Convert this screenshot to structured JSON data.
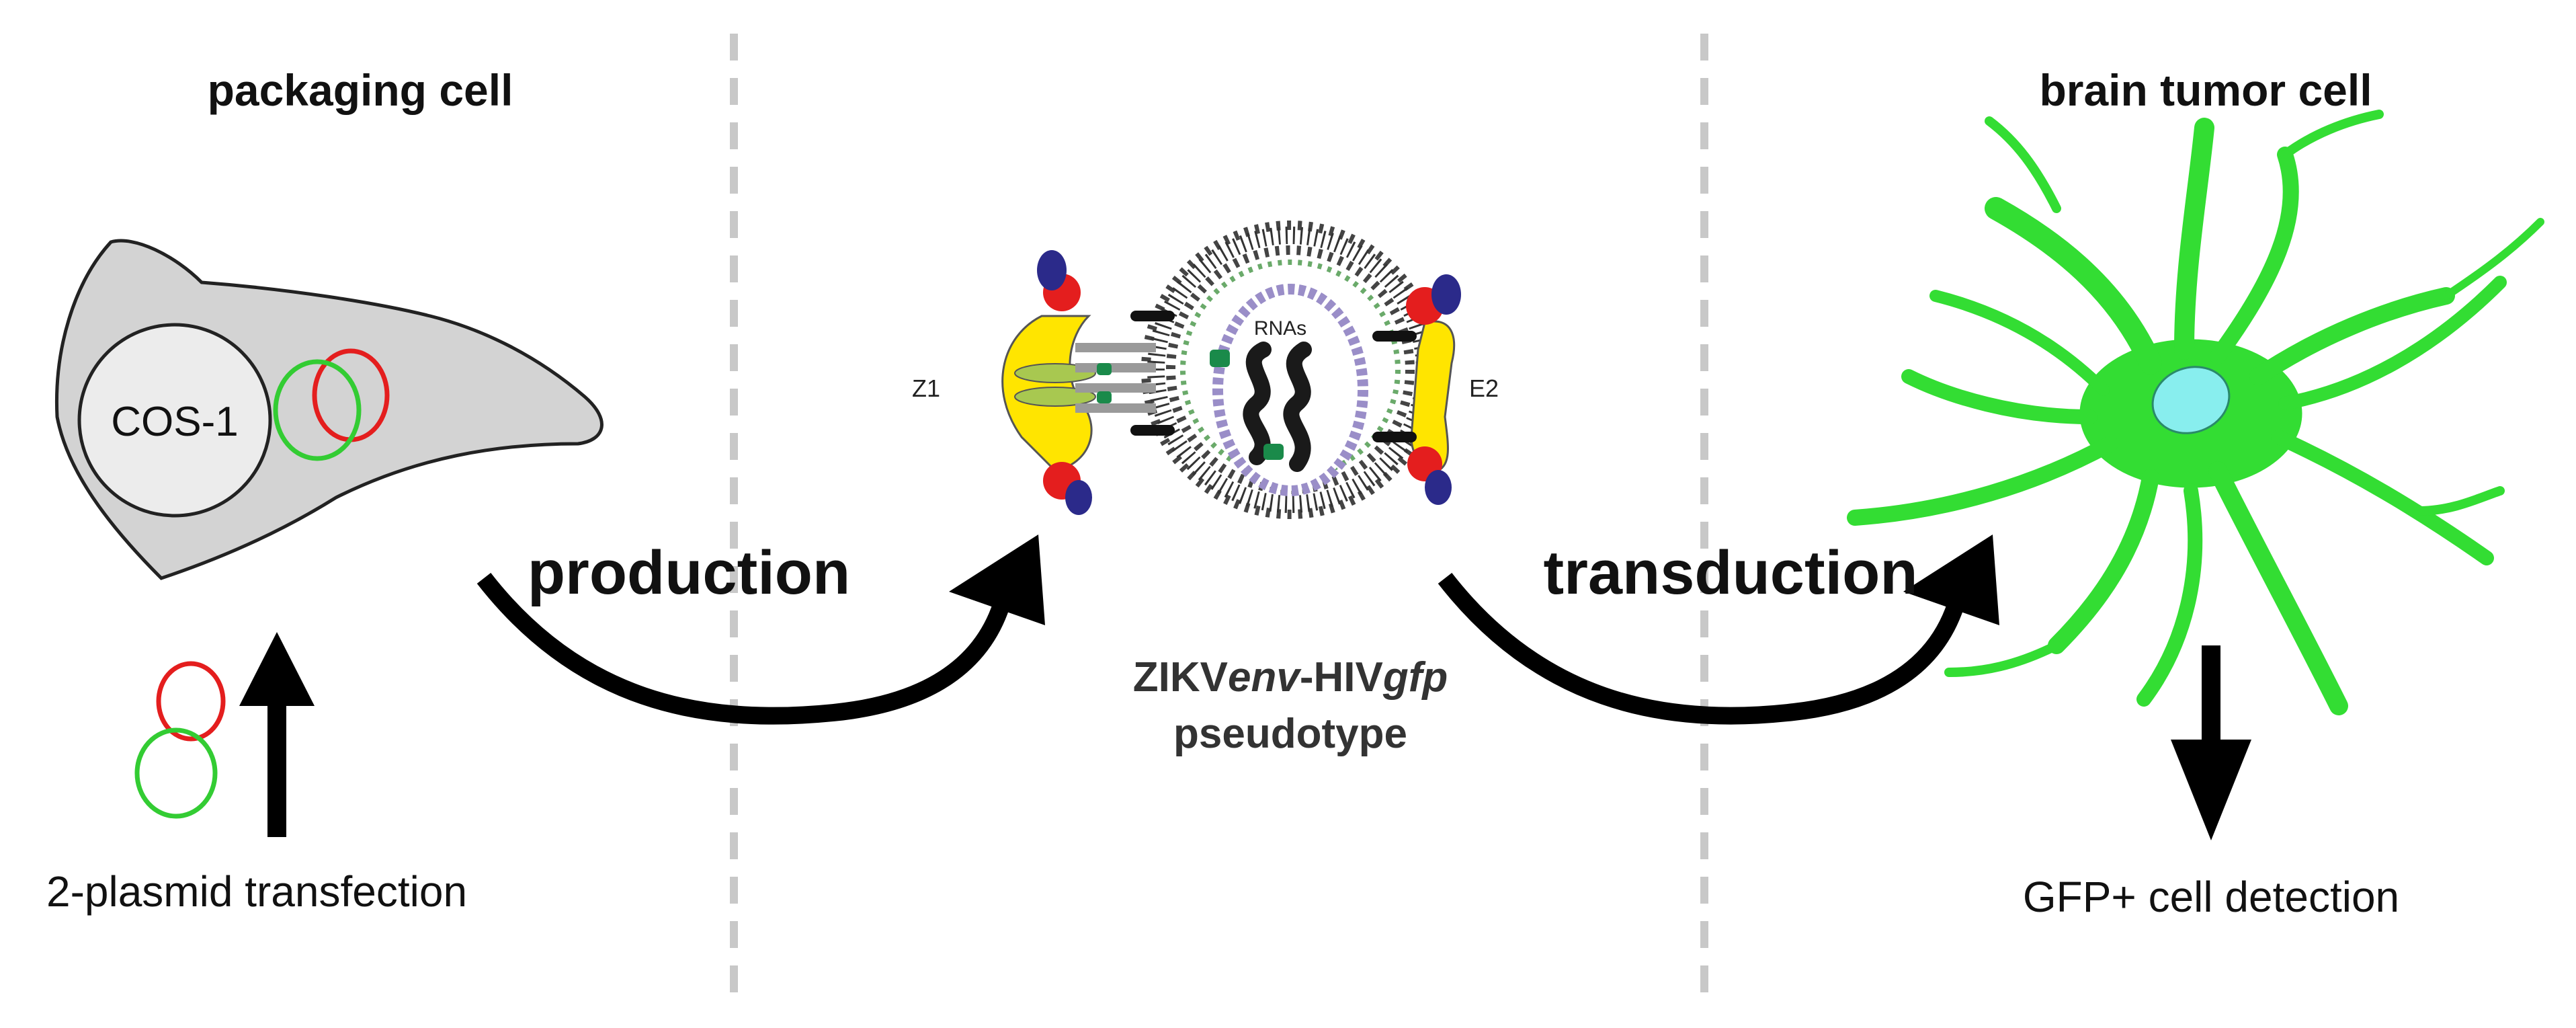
{
  "panels": {
    "left": {
      "title": "packaging cell",
      "cell_label": "COS-1",
      "caption": "2-plasmid transfection"
    },
    "middle": {
      "caption_part1": "ZIKV",
      "caption_part2": "env",
      "caption_part3": "-HIV",
      "caption_part4": "gfp",
      "caption_line2": "pseudotype",
      "label_rnas": "RNAs",
      "label_z1": "Z1",
      "label_e2": "E2"
    },
    "right": {
      "title": "brain tumor cell",
      "caption": "GFP+ cell detection"
    }
  },
  "arrows": {
    "production": "production",
    "transduction": "transduction"
  },
  "colors": {
    "cell_gray": "#d3d3d3",
    "nucleus_gray": "#ececec",
    "plasmid_red": "#e41e1e",
    "plasmid_green": "#33cc33",
    "tumor_green": "#33dd33",
    "tumor_nucleus": "#88eeee",
    "protein_yellow": "#ffe500",
    "protein_red": "#e41e1e",
    "protein_navy": "#2b2a8a",
    "lipid_gray": "#555555"
  }
}
